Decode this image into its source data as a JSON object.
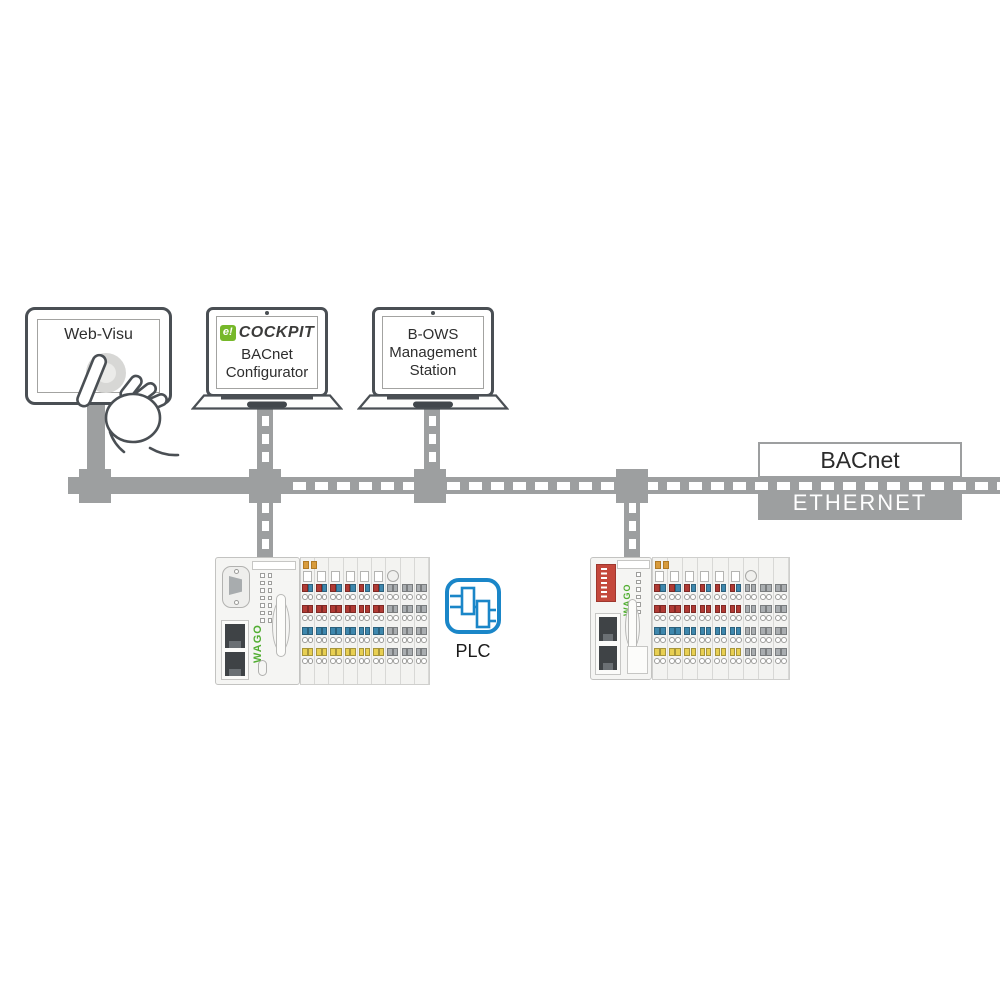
{
  "diagram": {
    "webvisu": {
      "label": "Web-Visu"
    },
    "configurator": {
      "logo_e": "e!",
      "logo_text": "COCKPIT",
      "line1": "BACnet",
      "line2": "Configurator"
    },
    "bows": {
      "line1": "B-OWS",
      "line2": "Management",
      "line3": "Station"
    },
    "bus": {
      "bacnet_label": "BACnet",
      "ethernet_label": "ETHERNET"
    },
    "plc_icon": {
      "label": "PLC"
    },
    "devices": {
      "controller1": {
        "brand": "WAGO"
      },
      "controller2": {
        "brand": "WAGO"
      },
      "modules": {
        "plc1_colored": 6,
        "plc1_gray": 3,
        "plc2_colored": 6,
        "plc2_gray": 3
      }
    },
    "colors": {
      "bus_gray": "#9d9fa0",
      "wago_green": "#52ae32",
      "ecockpit_green": "#76b82a",
      "plc_blue": "#1a86c8",
      "module_red": "#b03a34",
      "module_blue": "#3e87ad",
      "module_yellow": "#e8cf52",
      "module_gray": "#a9adb0",
      "module_orange": "#d89b3c",
      "outline_dark": "#4a4f54"
    }
  }
}
